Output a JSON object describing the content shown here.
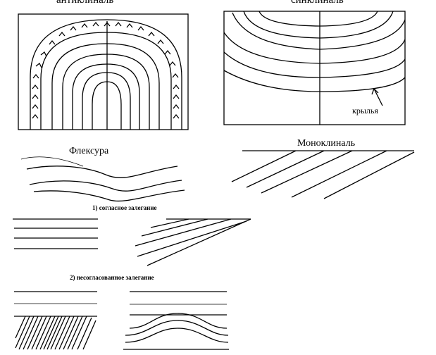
{
  "labels": {
    "anticline": "антиклиналь",
    "syncline": "синклиналь",
    "wings": "крылья",
    "flexure": "Флексура",
    "monocline": "Моноклиналь",
    "conformable": "1) согласное залегание",
    "unconformable": "2) несогласованное залегание"
  },
  "colors": {
    "line": "#000000",
    "background": "#ffffff"
  }
}
